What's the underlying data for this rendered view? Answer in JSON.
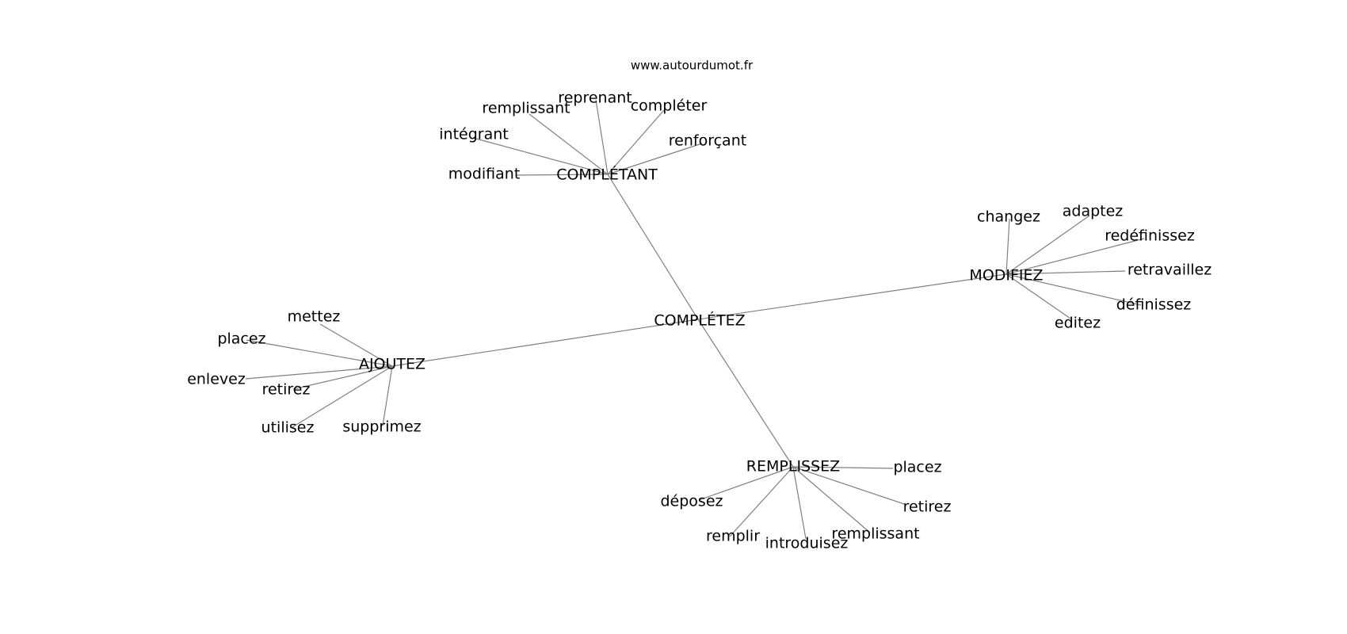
{
  "watermark": "www.autourdumot.fr",
  "graph": {
    "center": "COMPLÉTEZ",
    "hubs": [
      {
        "label": "COMPLÉTANT",
        "leaves": [
          "reprenant",
          "remplissant",
          "compléter",
          "intégrant",
          "renforçant",
          "modifiant"
        ]
      },
      {
        "label": "MODIFIEZ",
        "leaves": [
          "changez",
          "adaptez",
          "redéfinissez",
          "retravaillez",
          "définissez",
          "editez"
        ]
      },
      {
        "label": "AJOUTEZ",
        "leaves": [
          "mettez",
          "placez",
          "enlevez",
          "retirez",
          "utilisez",
          "supprimez"
        ]
      },
      {
        "label": "REMPLISSEZ",
        "leaves": [
          "placez",
          "déposez",
          "retirez",
          "remplir",
          "introduisez",
          "remplissant"
        ]
      }
    ]
  }
}
